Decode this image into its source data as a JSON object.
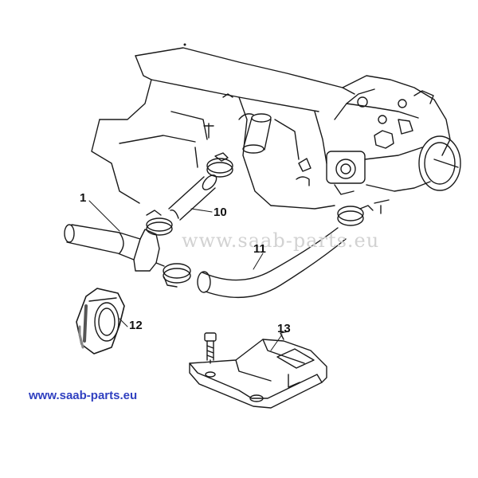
{
  "diagram": {
    "callouts": {
      "part_1": "1",
      "part_10": "10",
      "part_11": "11",
      "part_12": "12",
      "part_13": "13"
    },
    "watermark": "www.saab-parts.eu",
    "website_label": "www.saab-parts.eu",
    "colors": {
      "line": "#1a1a1a",
      "watermark": "#d2d2d2",
      "website_label": "#3040c0"
    }
  }
}
